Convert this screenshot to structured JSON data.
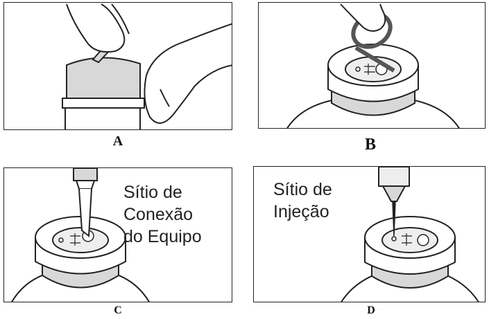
{
  "panels": [
    {
      "id": "A",
      "caption": "A"
    },
    {
      "id": "B",
      "caption": "B"
    },
    {
      "id": "C",
      "caption": "C",
      "label_lines": [
        "Sítio de",
        "Conexão",
        "do Equipo"
      ]
    },
    {
      "id": "D",
      "caption": "D",
      "label_lines": [
        "Sítio de",
        "Injeção"
      ]
    }
  ],
  "colors": {
    "line": "#222222",
    "fill_gray": "#d8d8d8",
    "fill_light": "#eeeeee"
  }
}
